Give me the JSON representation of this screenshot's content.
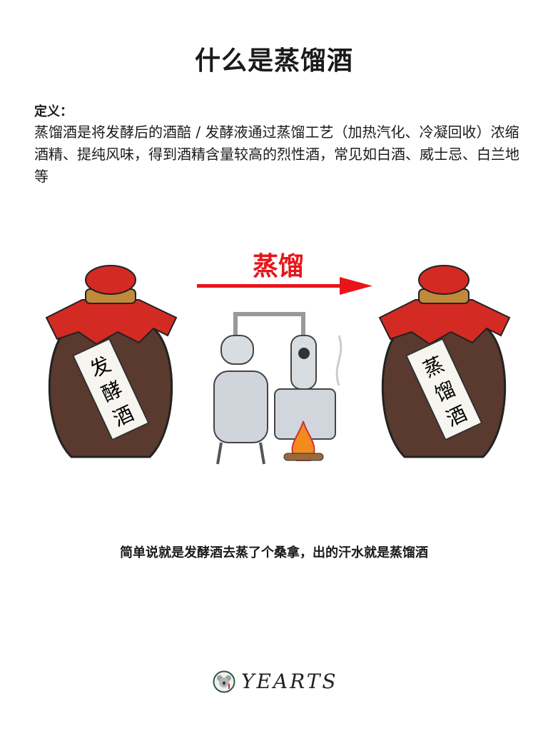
{
  "title": "什么是蒸馏酒",
  "definition": {
    "label": "定义：",
    "text": "蒸馏酒是将发酵后的酒醅 / 发酵液通过蒸馏工艺（加热汽化、冷凝回收）浓缩酒精、提纯风味，得到酒精含量较高的烈性酒，常见如白酒、威士忌、白兰地等"
  },
  "diagram": {
    "left_jar_label": "发酵酒",
    "process_label": "蒸馏",
    "right_jar_label": "蒸馏酒",
    "arrow_color": "#e8141a",
    "cloth_color": "#d42a24",
    "jar_color": "#5a3a2e"
  },
  "caption": "简单说就是发酵酒去蒸了个桑拿，出的汗水就是蒸馏酒",
  "brand": {
    "name": "YEARTS",
    "icon": "koala-logo-icon"
  }
}
